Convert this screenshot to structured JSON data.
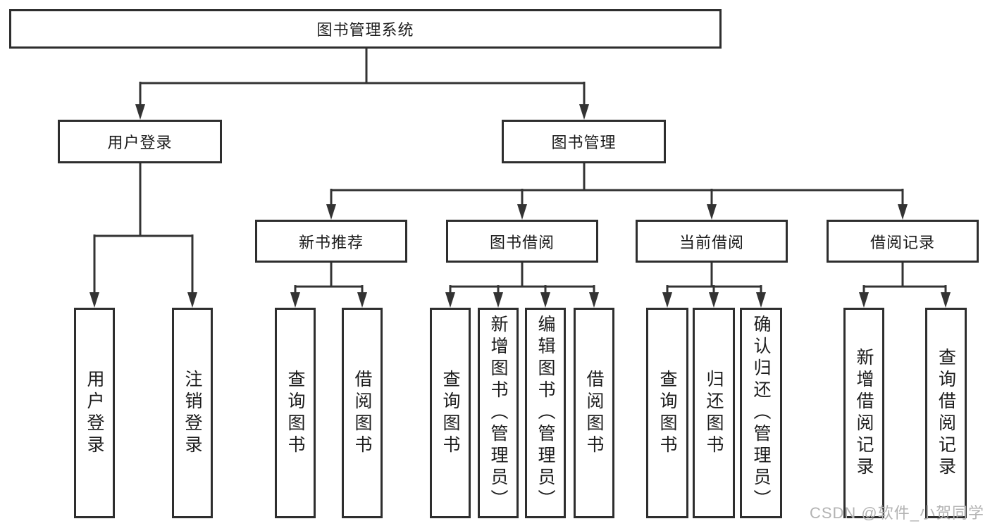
{
  "diagram_title": "图书管理系统",
  "nodes": {
    "root": {
      "label": "图书管理系统"
    },
    "user_login_group": {
      "label": "用户登录"
    },
    "book_mgmt_group": {
      "label": "图书管理"
    },
    "new_book_rec": {
      "label": "新书推荐"
    },
    "book_borrow": {
      "label": "图书借阅"
    },
    "current_borrow": {
      "label": "当前借阅"
    },
    "borrow_records": {
      "label": "借阅记录"
    },
    "user_login": {
      "label": "用户登录"
    },
    "logout": {
      "label": "注销登录"
    },
    "rec_query_books": {
      "label": "查询图书"
    },
    "rec_borrow_books": {
      "label": "借阅图书"
    },
    "bb_query_books": {
      "label": "查询图书"
    },
    "bb_add_books": {
      "label": "新增图书（管理员）"
    },
    "bb_edit_books": {
      "label": "编辑图书（管理员）"
    },
    "bb_borrow_books": {
      "label": "借阅图书"
    },
    "cb_query_books": {
      "label": "查询图书"
    },
    "cb_return_books": {
      "label": "归还图书"
    },
    "cb_confirm_return": {
      "label": "确认归还（管理员）"
    },
    "br_add_record": {
      "label": "新增借阅记录"
    },
    "br_query_record": {
      "label": "查询借阅记录"
    }
  },
  "edges": [
    "图书管理系统→用户登录",
    "图书管理系统→图书管理",
    "用户登录→用户登录",
    "用户登录→注销登录",
    "图书管理→新书推荐",
    "图书管理→图书借阅",
    "图书管理→当前借阅",
    "图书管理→借阅记录",
    "新书推荐→查询图书",
    "新书推荐→借阅图书",
    "图书借阅→查询图书",
    "图书借阅→新增图书（管理员）",
    "图书借阅→编辑图书（管理员）",
    "图书借阅→借阅图书",
    "当前借阅→查询图书",
    "当前借阅→归还图书",
    "当前借阅→确认归还（管理员）",
    "借阅记录→新增借阅记录",
    "借阅记录→查询借阅记录"
  ],
  "watermark": {
    "text": "CSDN @软件_小贺同学"
  },
  "colors": {
    "line": "#333333",
    "border": "#2e2e2e",
    "text": "#1c1c1c",
    "watermark": "#b3b3b3",
    "background": "#ffffff"
  }
}
